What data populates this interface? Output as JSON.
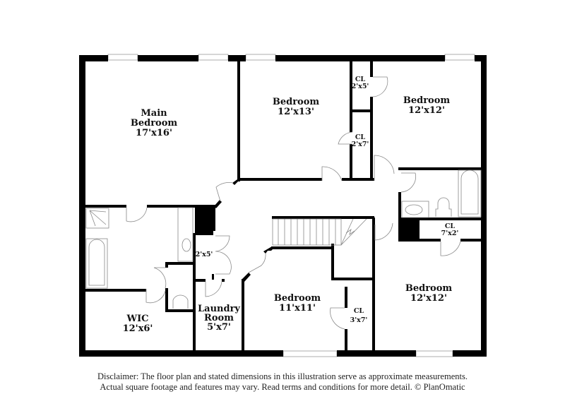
{
  "rooms": {
    "main_bedroom": {
      "name_line1": "Main",
      "name_line2": "Bedroom",
      "size": "17'x16'"
    },
    "bedroom_nw": {
      "name": "Bedroom",
      "size": "12'x13'"
    },
    "bedroom_ne": {
      "name": "Bedroom",
      "size": "12'x12'"
    },
    "bedroom_s": {
      "name": "Bedroom",
      "size": "11'x11'"
    },
    "bedroom_se": {
      "name": "Bedroom",
      "size": "12'x12'"
    },
    "wic": {
      "name": "WIC",
      "size": "12'x6'"
    },
    "laundry": {
      "name_line1": "Laundry",
      "name_line2": "Room",
      "size": "5'x7'"
    },
    "closet_2x5_top": {
      "name": "CL",
      "size": "2'x5'"
    },
    "closet_2x7": {
      "name": "CL",
      "size": "2'x7'"
    },
    "closet_7x2": {
      "name": "CL",
      "size": "7'x2'"
    },
    "closet_3x7": {
      "name": "CL",
      "size": "3'x7'"
    },
    "linen_2x5": {
      "size": "2'x5'"
    }
  },
  "disclaimer": {
    "line1": "Disclaimer: The floor plan and stated dimensions in this illustration serve as approximate measurements.",
    "line2": "Actual square footage and features may vary. Read terms and conditions for more detail. © PlanOmatic"
  }
}
